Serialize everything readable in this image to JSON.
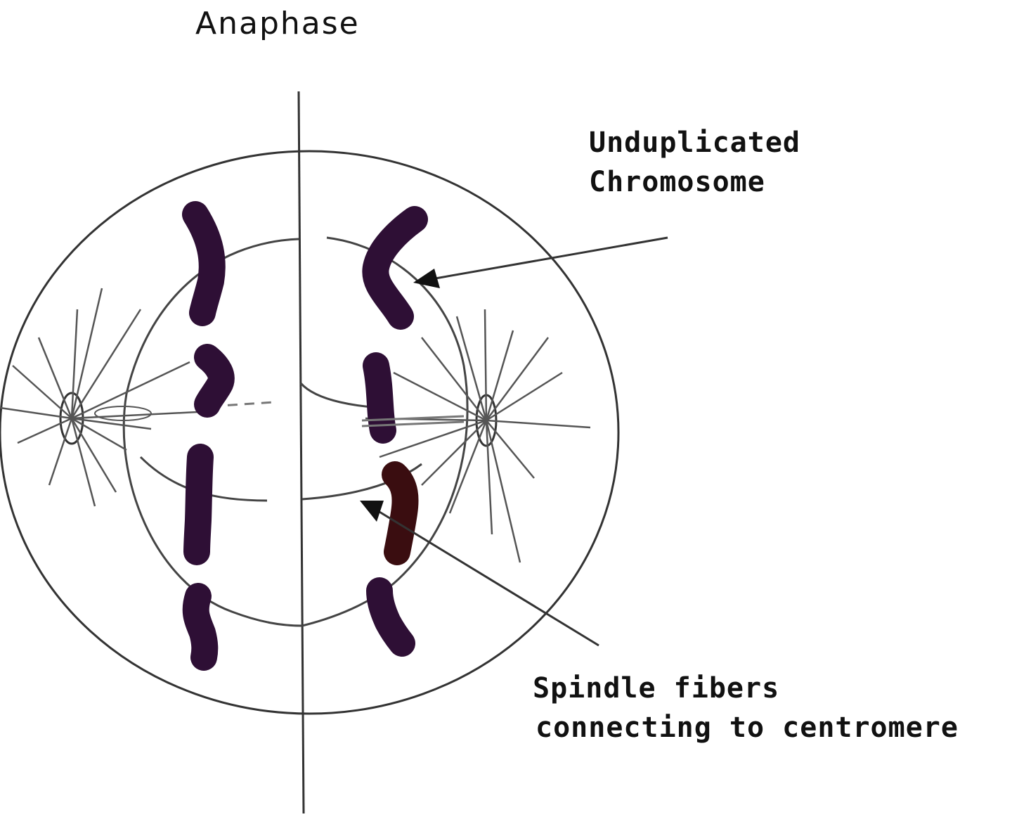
{
  "title": "Anaphase",
  "labels": {
    "unduplicated_line1": "Unduplicated",
    "unduplicated_line2": "Chromosome",
    "spindle_line1": "Spindle fibers",
    "spindle_line2": "connecting to centromere"
  },
  "colors": {
    "chromosome": "#2e0f35",
    "highlighted_chromosome": "#3a0d10",
    "outline": "#333333",
    "fiber": "#555555"
  }
}
